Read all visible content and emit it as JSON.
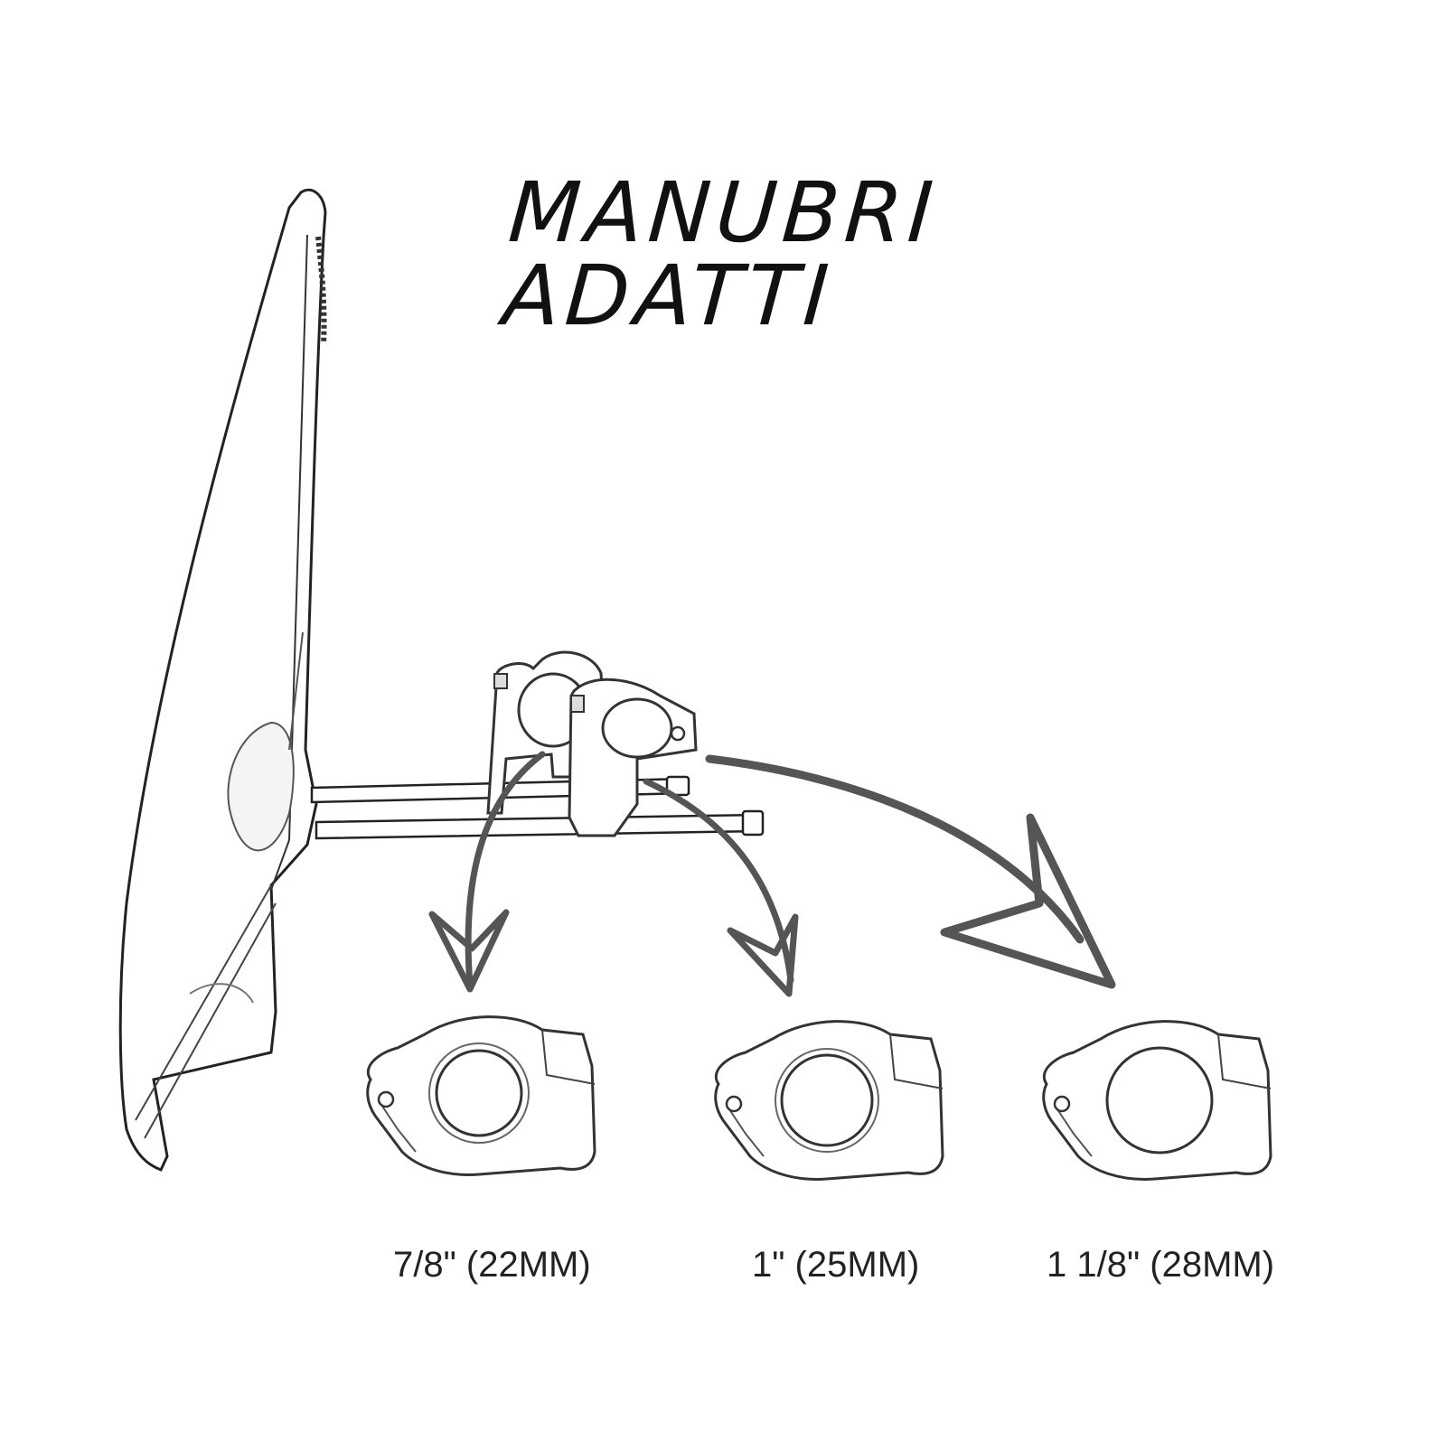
{
  "title": "MANUBRI ADATTI",
  "clamps": [
    {
      "label": "7/8\" (22MM)"
    },
    {
      "label": "1\" (25MM)"
    },
    {
      "label": "1 1/8\" (28MM)"
    }
  ]
}
